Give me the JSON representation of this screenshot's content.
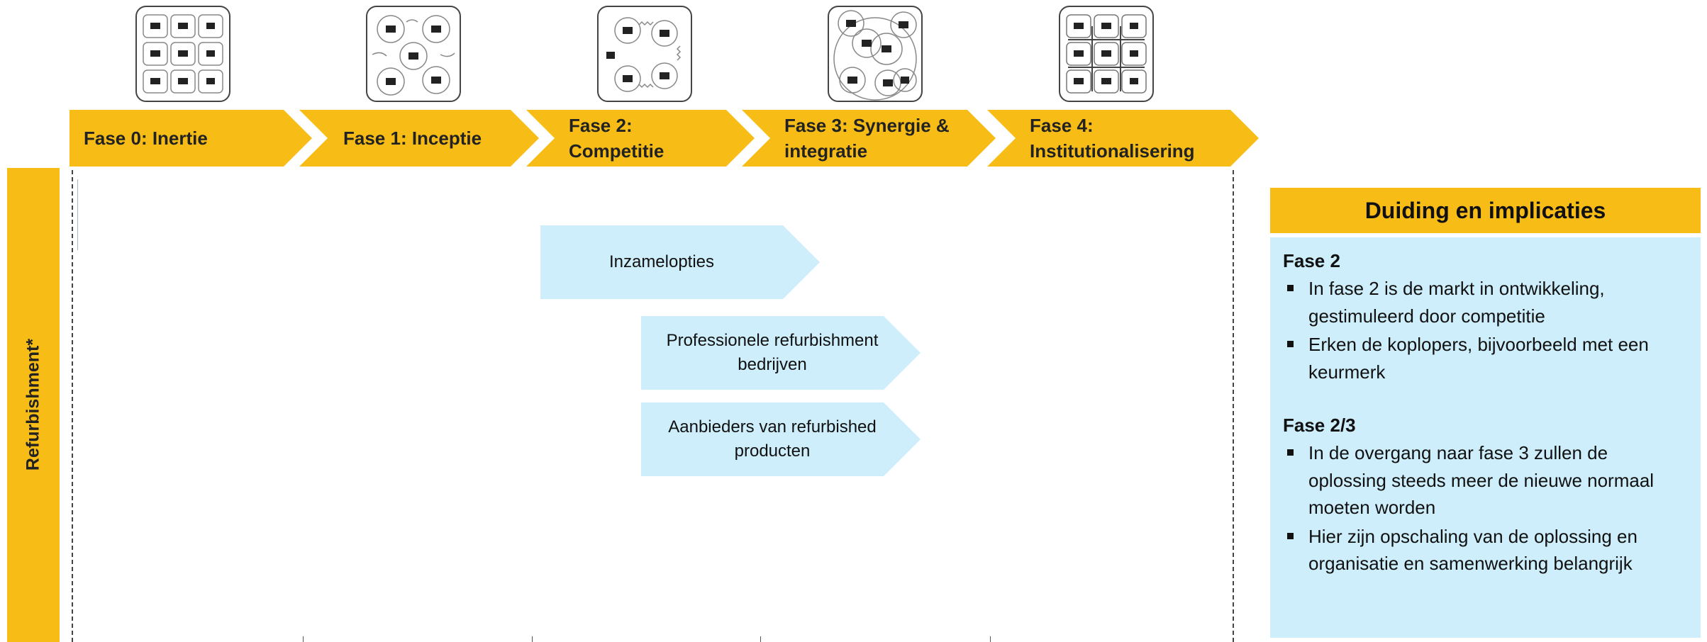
{
  "phases": [
    {
      "label": "Fase 0: Inertie"
    },
    {
      "label": "Fase 1: Inceptie"
    },
    {
      "label": "Fase 2:\nCompetitie"
    },
    {
      "label": "Fase 3: Synergie &\nintegratie"
    },
    {
      "label": "Fase 4:\nInstitutionalisering"
    }
  ],
  "phase_icons": [
    "grid-silos-icon",
    "scattered-actors-icon",
    "competing-clusters-icon",
    "overlapping-circles-icon",
    "institutional-grid-icon"
  ],
  "side_label": "Refurbishment*",
  "arrows": [
    {
      "label": "Inzamelopties"
    },
    {
      "label": "Professionele refurbishment\nbedrijven"
    },
    {
      "label": "Aanbieders van refurbished\nproducten"
    }
  ],
  "panel": {
    "title": "Duiding en implicaties",
    "sections": [
      {
        "title": "Fase 2",
        "bullets": [
          "In fase 2 is de markt in ontwikkeling, gestimuleerd door competitie",
          "Erken de koplopers, bijvoorbeeld met een keurmerk"
        ]
      },
      {
        "title": "Fase 2/3",
        "bullets": [
          "In de overgang naar fase 3 zullen de oplossing steeds meer de nieuwe normaal moeten worden",
          "Hier zijn opschaling van de oplossing en organisatie en samenwerking belangrijk"
        ]
      }
    ]
  },
  "colors": {
    "phase_yellow": "#f7bd16",
    "arrow_blue": "#cdeefa",
    "panel_blue": "#cdeefa"
  }
}
